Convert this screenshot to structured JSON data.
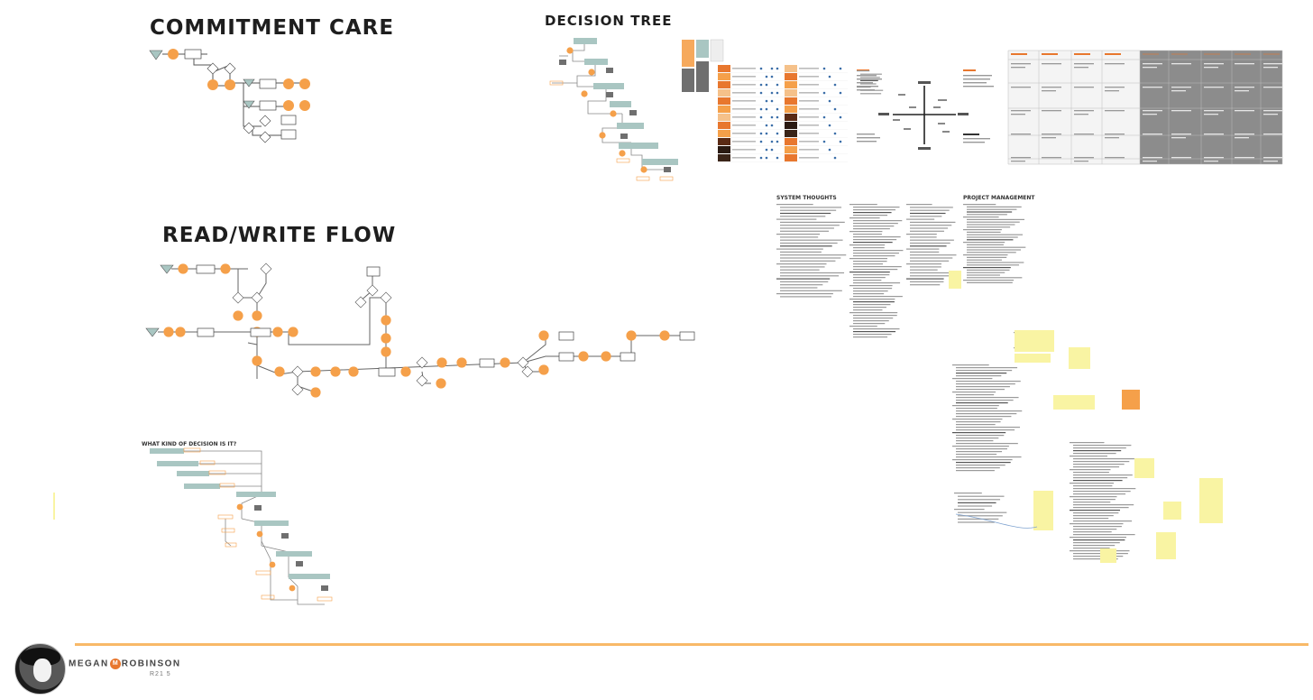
{
  "headings": {
    "commitment_care": "COMMITMENT CARE",
    "read_write_flow": "READ/WRITE FLOW",
    "decision_tree": "DECISION TREE"
  },
  "small_labels": {
    "small_chart_title": "WHAT KIND OF DECISION IS IT?",
    "systems_thoughts": "SYSTEM THOUGHTS",
    "project_management": "PROJECT MANAGEMENT"
  },
  "branding": {
    "name_first": "MEGAN",
    "name_last": "ROBINSON",
    "year": "R21 5"
  },
  "colors": {
    "orange": "#f5a04a",
    "accent_rule": "#f8b968",
    "teal": "#a9c6c2",
    "dark_gray": "#6f6f6f",
    "sticky": "#f9f4a3"
  }
}
